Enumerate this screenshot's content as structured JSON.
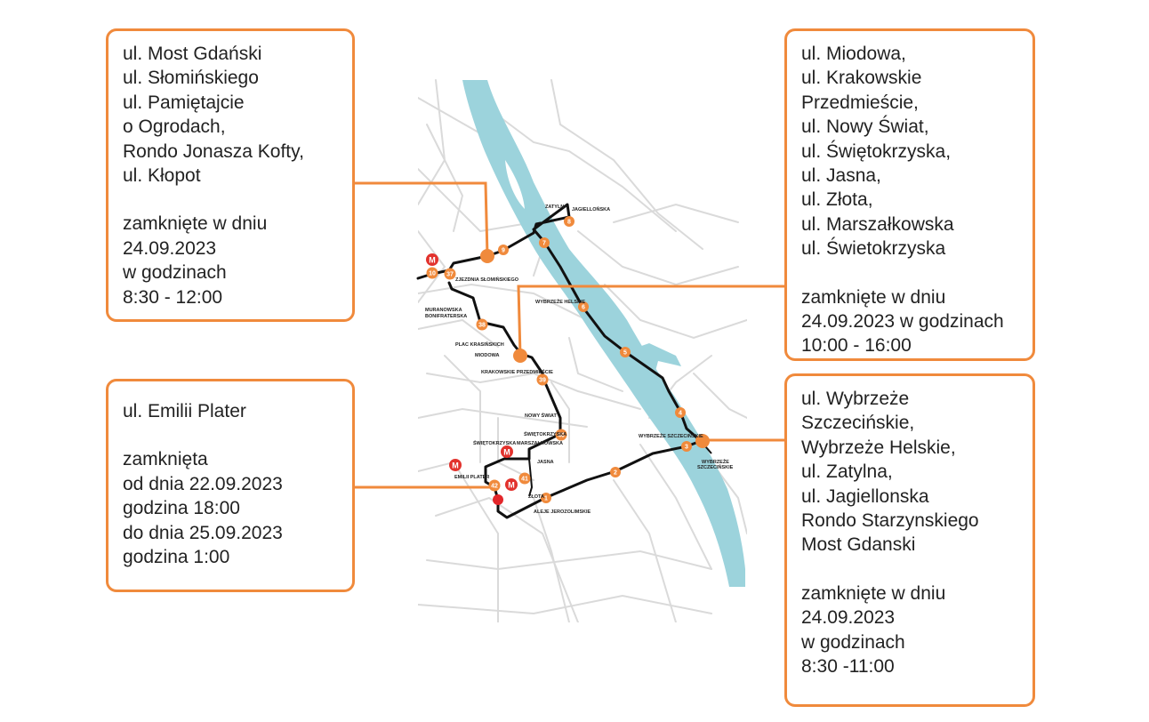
{
  "colors": {
    "accent": "#f08a3c",
    "river": "#9cd3dc",
    "route": "#111111",
    "metro": "#e2322d",
    "endpoint": "#e3262a",
    "streets": "#dadada"
  },
  "cards": {
    "top_left": {
      "streets": [
        "ul. Most Gdański",
        "ul. Słomińskiego",
        "ul. Pamiętajcie",
        "o Ogrodach,",
        "Rondo Jonasza Kofty,",
        "ul. Kłopot"
      ],
      "closure": [
        "zamknięte w dniu",
        "24.09.2023",
        "w godzinach",
        "8:30 - 12:00"
      ]
    },
    "bottom_left": {
      "streets": [
        "ul. Emilii Plater"
      ],
      "closure": [
        "zamknięta",
        "od dnia 22.09.2023",
        "godzina 18:00",
        "do dnia 25.09.2023",
        "godzina 1:00"
      ]
    },
    "top_right": {
      "streets": [
        "ul. Miodowa,",
        "ul. Krakowskie",
        "Przedmieście,",
        "ul. Nowy Świat,",
        "ul. Świętokrzyska,",
        "ul. Jasna,",
        "ul. Złota,",
        "ul. Marszałkowska",
        "ul. Świetokrzyska"
      ],
      "closure": [
        "zamknięte w dniu",
        "24.09.2023 w godzinach",
        "10:00 - 16:00"
      ]
    },
    "bottom_right": {
      "streets": [
        "ul. Wybrzeże",
        "Szczecińskie,",
        "Wybrzeże Helskie,",
        "ul. Zatylna,",
        "ul. Jagiellonska",
        "Rondo Starzynskiego",
        "Most Gdanski"
      ],
      "closure": [
        "zamknięte w dniu",
        "24.09.2023",
        "w godzinach",
        "8:30 -11:00"
      ]
    }
  },
  "map": {
    "metro_symbol": "M",
    "km_markers": [
      "1",
      "2",
      "3",
      "4",
      "5",
      "6",
      "7",
      "8",
      "9",
      "10",
      "37",
      "38",
      "39",
      "40",
      "41",
      "42"
    ],
    "labels": {
      "zatylna": "ZATYLNA",
      "jagiellonska": "JAGIELLOŃSKA",
      "slominskiego": "ZJEZDNIA SŁOMIŃSKIEGO",
      "muranowska": "MURANOWSKA",
      "bonifraterska": "BONIFRATERSKA",
      "plac_krasinskich": "PLAC KRASIŃSKICH",
      "miodowa": "MIODOWA",
      "krakowskie": "KRAKOWSKIE PRZEDMIEŚCIE",
      "wybrzeze_helskie": "WYBRZEŻE HELSKIE",
      "nowy_swiat": "NOWY ŚWIAT",
      "swietokrzyska": "ŚWIĘTOKRZYSKA",
      "swietokrzyska_2": "ŚWIĘTOKRZYSKA",
      "marszalkowska": "MARSZAŁKOWSKA",
      "emilii_plater": "EMILII PLATER",
      "jasna": "JASNA",
      "zlota": "ZŁOTA",
      "aleje": "ALEJE JEROZOLIMSKIE",
      "wybrzeze_szcz": "WYBRZEŻE SZCZECIŃSKIE",
      "wybrzeze_szcz2a": "WYBRZEŻE",
      "wybrzeze_szcz2b": "SZCZECIŃSKIE"
    }
  }
}
